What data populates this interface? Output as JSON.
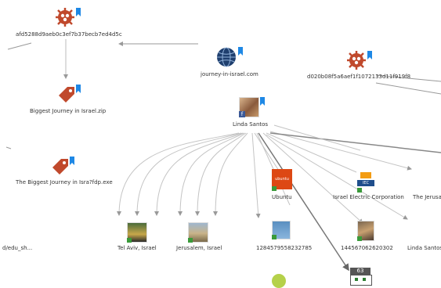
{
  "nodes": {
    "hash1": {
      "label": "afd5288d9aeb0c3ef7b37becb7ed4d5c"
    },
    "zip": {
      "label": "Biggest Journey in Israel.zip"
    },
    "exe": {
      "label": "The Biggest Journey in Isra?fdp.exe"
    },
    "domain": {
      "label": "journey-in-israel.com"
    },
    "hash2": {
      "label": "d020b08f5a6aef1f1072133d11f919f8"
    },
    "person": {
      "label": "Linda Santos"
    },
    "ubuntu": {
      "label": "Ubuntu",
      "logo_text": "ubuntu"
    },
    "iec": {
      "label": "Israel Electric Corporation",
      "logo_text": "IEC"
    },
    "jerus_partial": {
      "label": "The Jerusal"
    },
    "edu_partial": {
      "label": "d/edu_sh..."
    },
    "telaviv": {
      "label": "Tel Aviv, Israel"
    },
    "jerusalem": {
      "label": "Jerusalem, Israel"
    },
    "photo1": {
      "label": "1284579558232785"
    },
    "photo2": {
      "label": "144567062620302"
    },
    "person2": {
      "label": "Linda Santos"
    },
    "count_badge": {
      "label": "63"
    }
  },
  "colors": {
    "malware": "#c0492c",
    "tag": "#c0492c",
    "domain": "#1f3f6e",
    "edge": "#b8b8b8",
    "edge_dark": "#8a8a8a",
    "flag": "#1e88e5",
    "ubuntu": "#dd4814"
  },
  "icons": {
    "hash1": "virus-icon",
    "hash2": "virus-icon",
    "zip": "tag-icon",
    "exe": "tag-icon",
    "domain": "globe-icon"
  }
}
